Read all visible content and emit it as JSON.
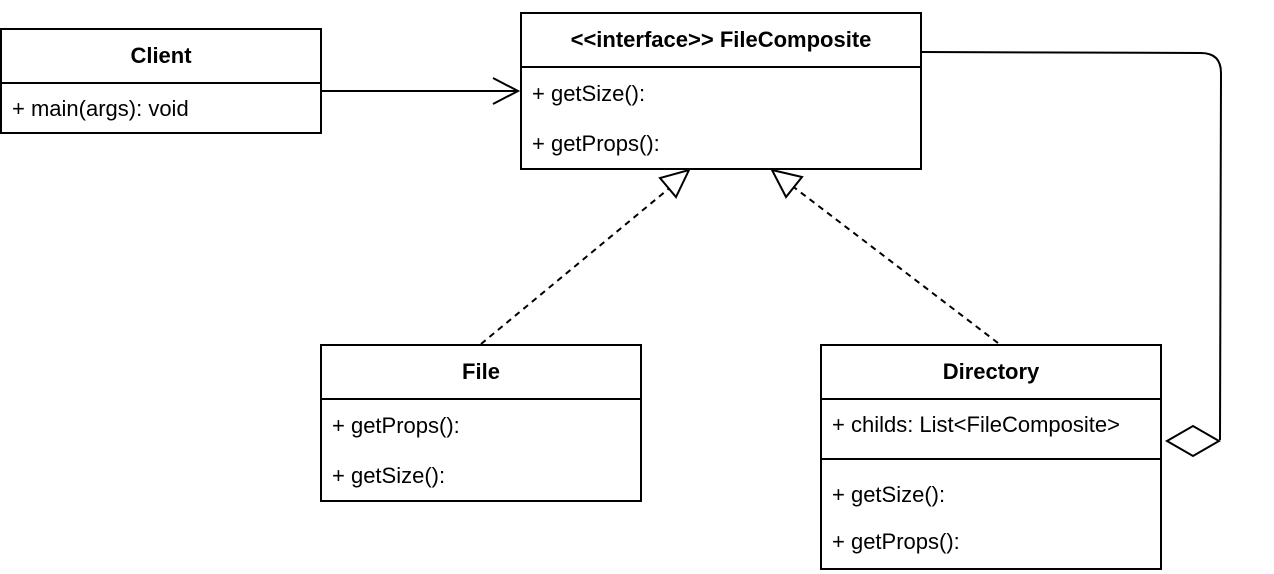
{
  "classes": {
    "client": {
      "name": "Client",
      "members": [
        "+ main(args): void"
      ]
    },
    "file_composite": {
      "name": "<<interface>> FileComposite",
      "members": [
        "+ getSize():",
        "+ getProps():"
      ]
    },
    "file": {
      "name": "File",
      "members": [
        "+ getProps():",
        "+ getSize():"
      ]
    },
    "directory": {
      "name": "Directory",
      "attributes": [
        "+ childs: List<FileComposite>"
      ],
      "methods": [
        "+ getSize():",
        "+ getProps():"
      ]
    }
  }
}
